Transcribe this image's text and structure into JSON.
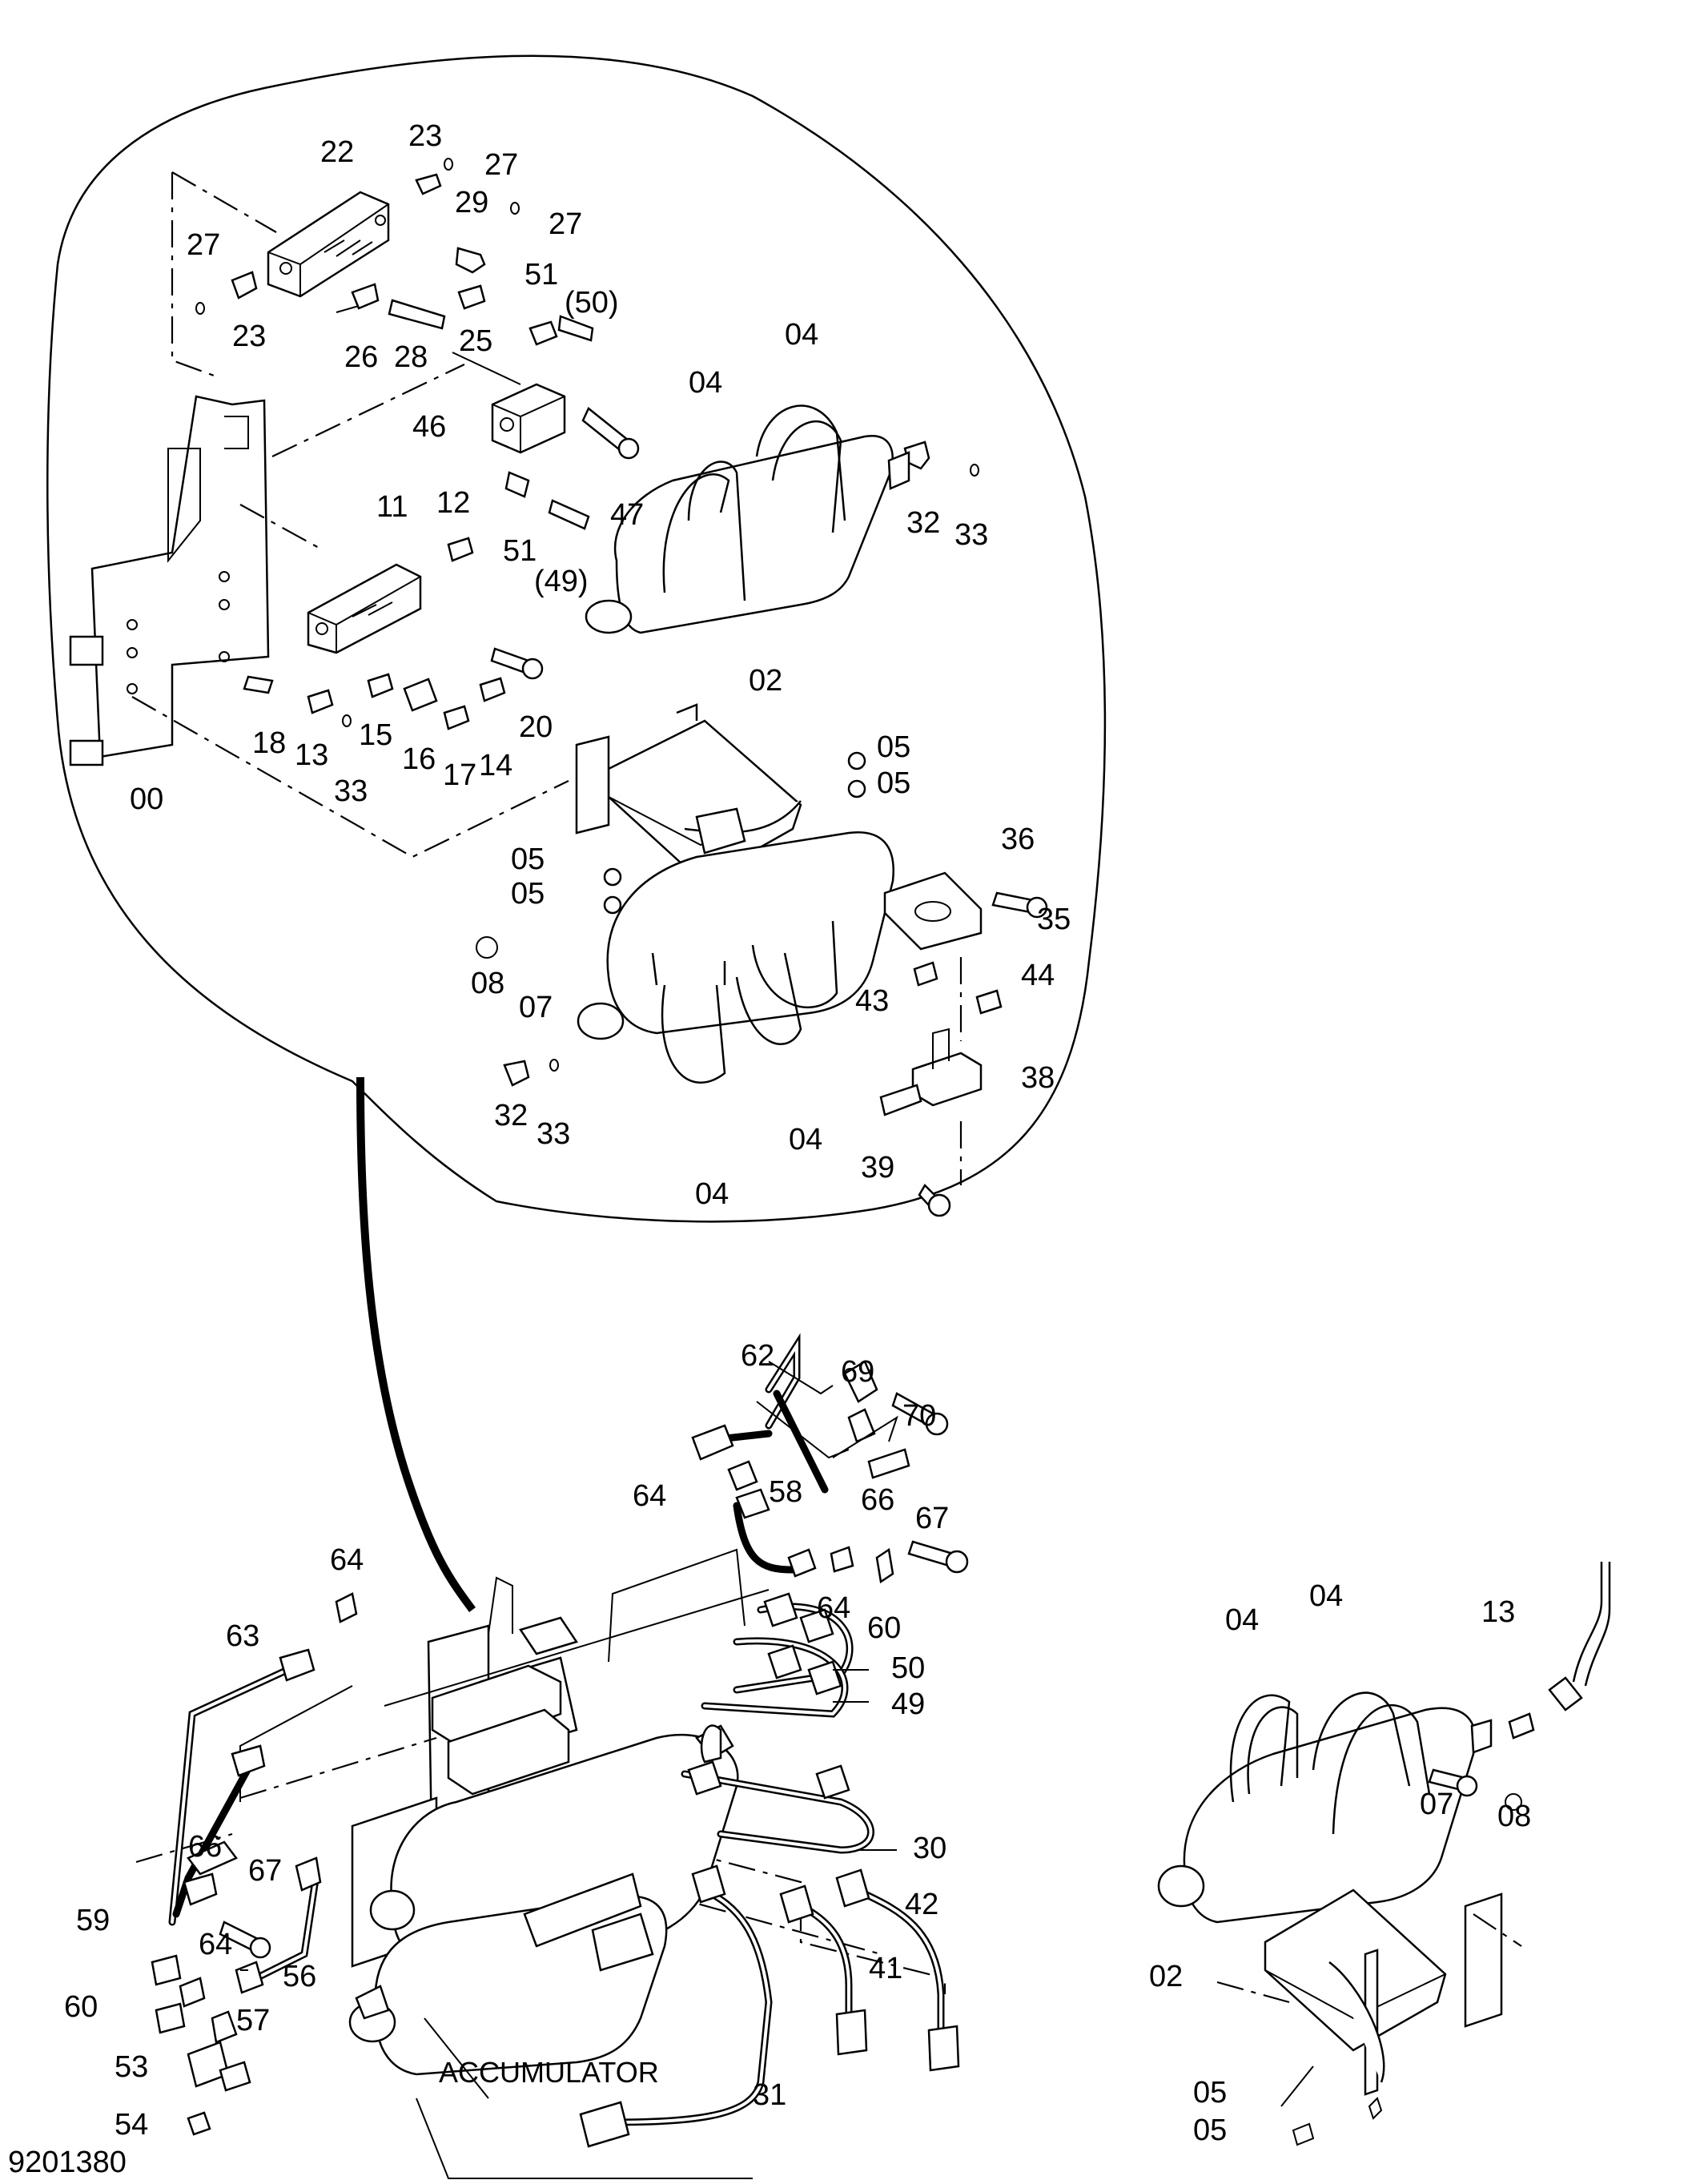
{
  "drawing": {
    "number": "9201380",
    "note_accumulator": "ACCUMULATOR"
  },
  "callouts": {
    "detail": [
      "22",
      "23",
      "27",
      "27",
      "29",
      "27",
      "23",
      "26",
      "28",
      "25",
      "51",
      "(50)",
      "04",
      "04",
      "46",
      "47",
      "32",
      "33",
      "12",
      "11",
      "51",
      "(49)",
      "18",
      "13",
      "15",
      "16",
      "17",
      "14",
      "20",
      "33",
      "00",
      "02",
      "05",
      "05",
      "05",
      "05",
      "36",
      "35",
      "08",
      "07",
      "44",
      "43",
      "38",
      "32",
      "33",
      "04",
      "04",
      "39"
    ],
    "main": [
      "62",
      "69",
      "70",
      "64",
      "58",
      "66",
      "67",
      "64",
      "60",
      "64",
      "50",
      "49",
      "63",
      "30",
      "66",
      "67",
      "42",
      "59",
      "64",
      "41",
      "56",
      "60",
      "57",
      "53",
      "54",
      "31"
    ],
    "inset": [
      "04",
      "04",
      "13",
      "07",
      "08",
      "02",
      "05",
      "05"
    ]
  }
}
